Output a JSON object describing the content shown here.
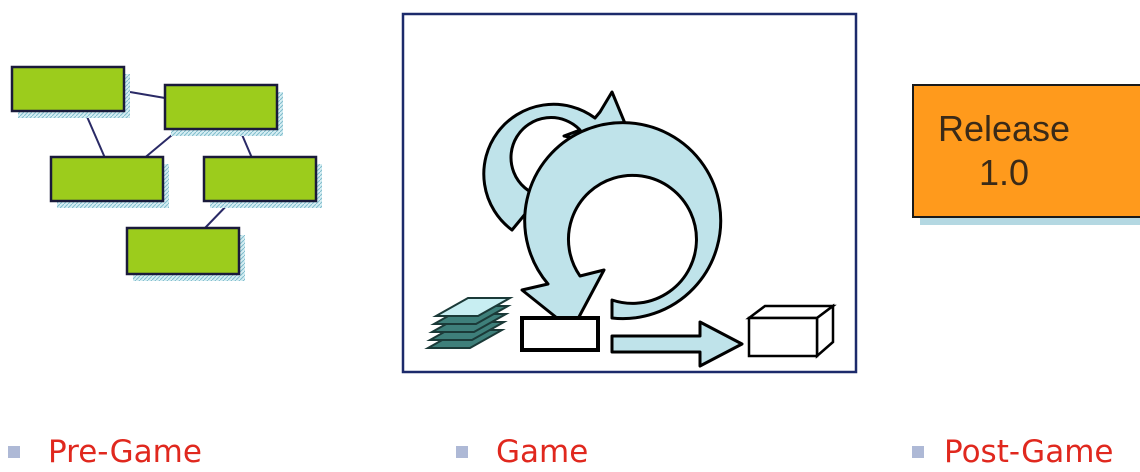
{
  "phases": [
    {
      "label": "Pre-Game"
    },
    {
      "label": "Game"
    },
    {
      "label": "Post-Game"
    }
  ],
  "release_box": {
    "line1": "Release",
    "line2": "1.0"
  },
  "colors": {
    "box_green": "#9ccc1c",
    "box_shadow": "#a9d6e2",
    "arrow_fill": "#bfe3ea",
    "release_orange": "#ff9a1c",
    "label_red": "#e0281e",
    "frame_border": "#1c2a6b"
  }
}
